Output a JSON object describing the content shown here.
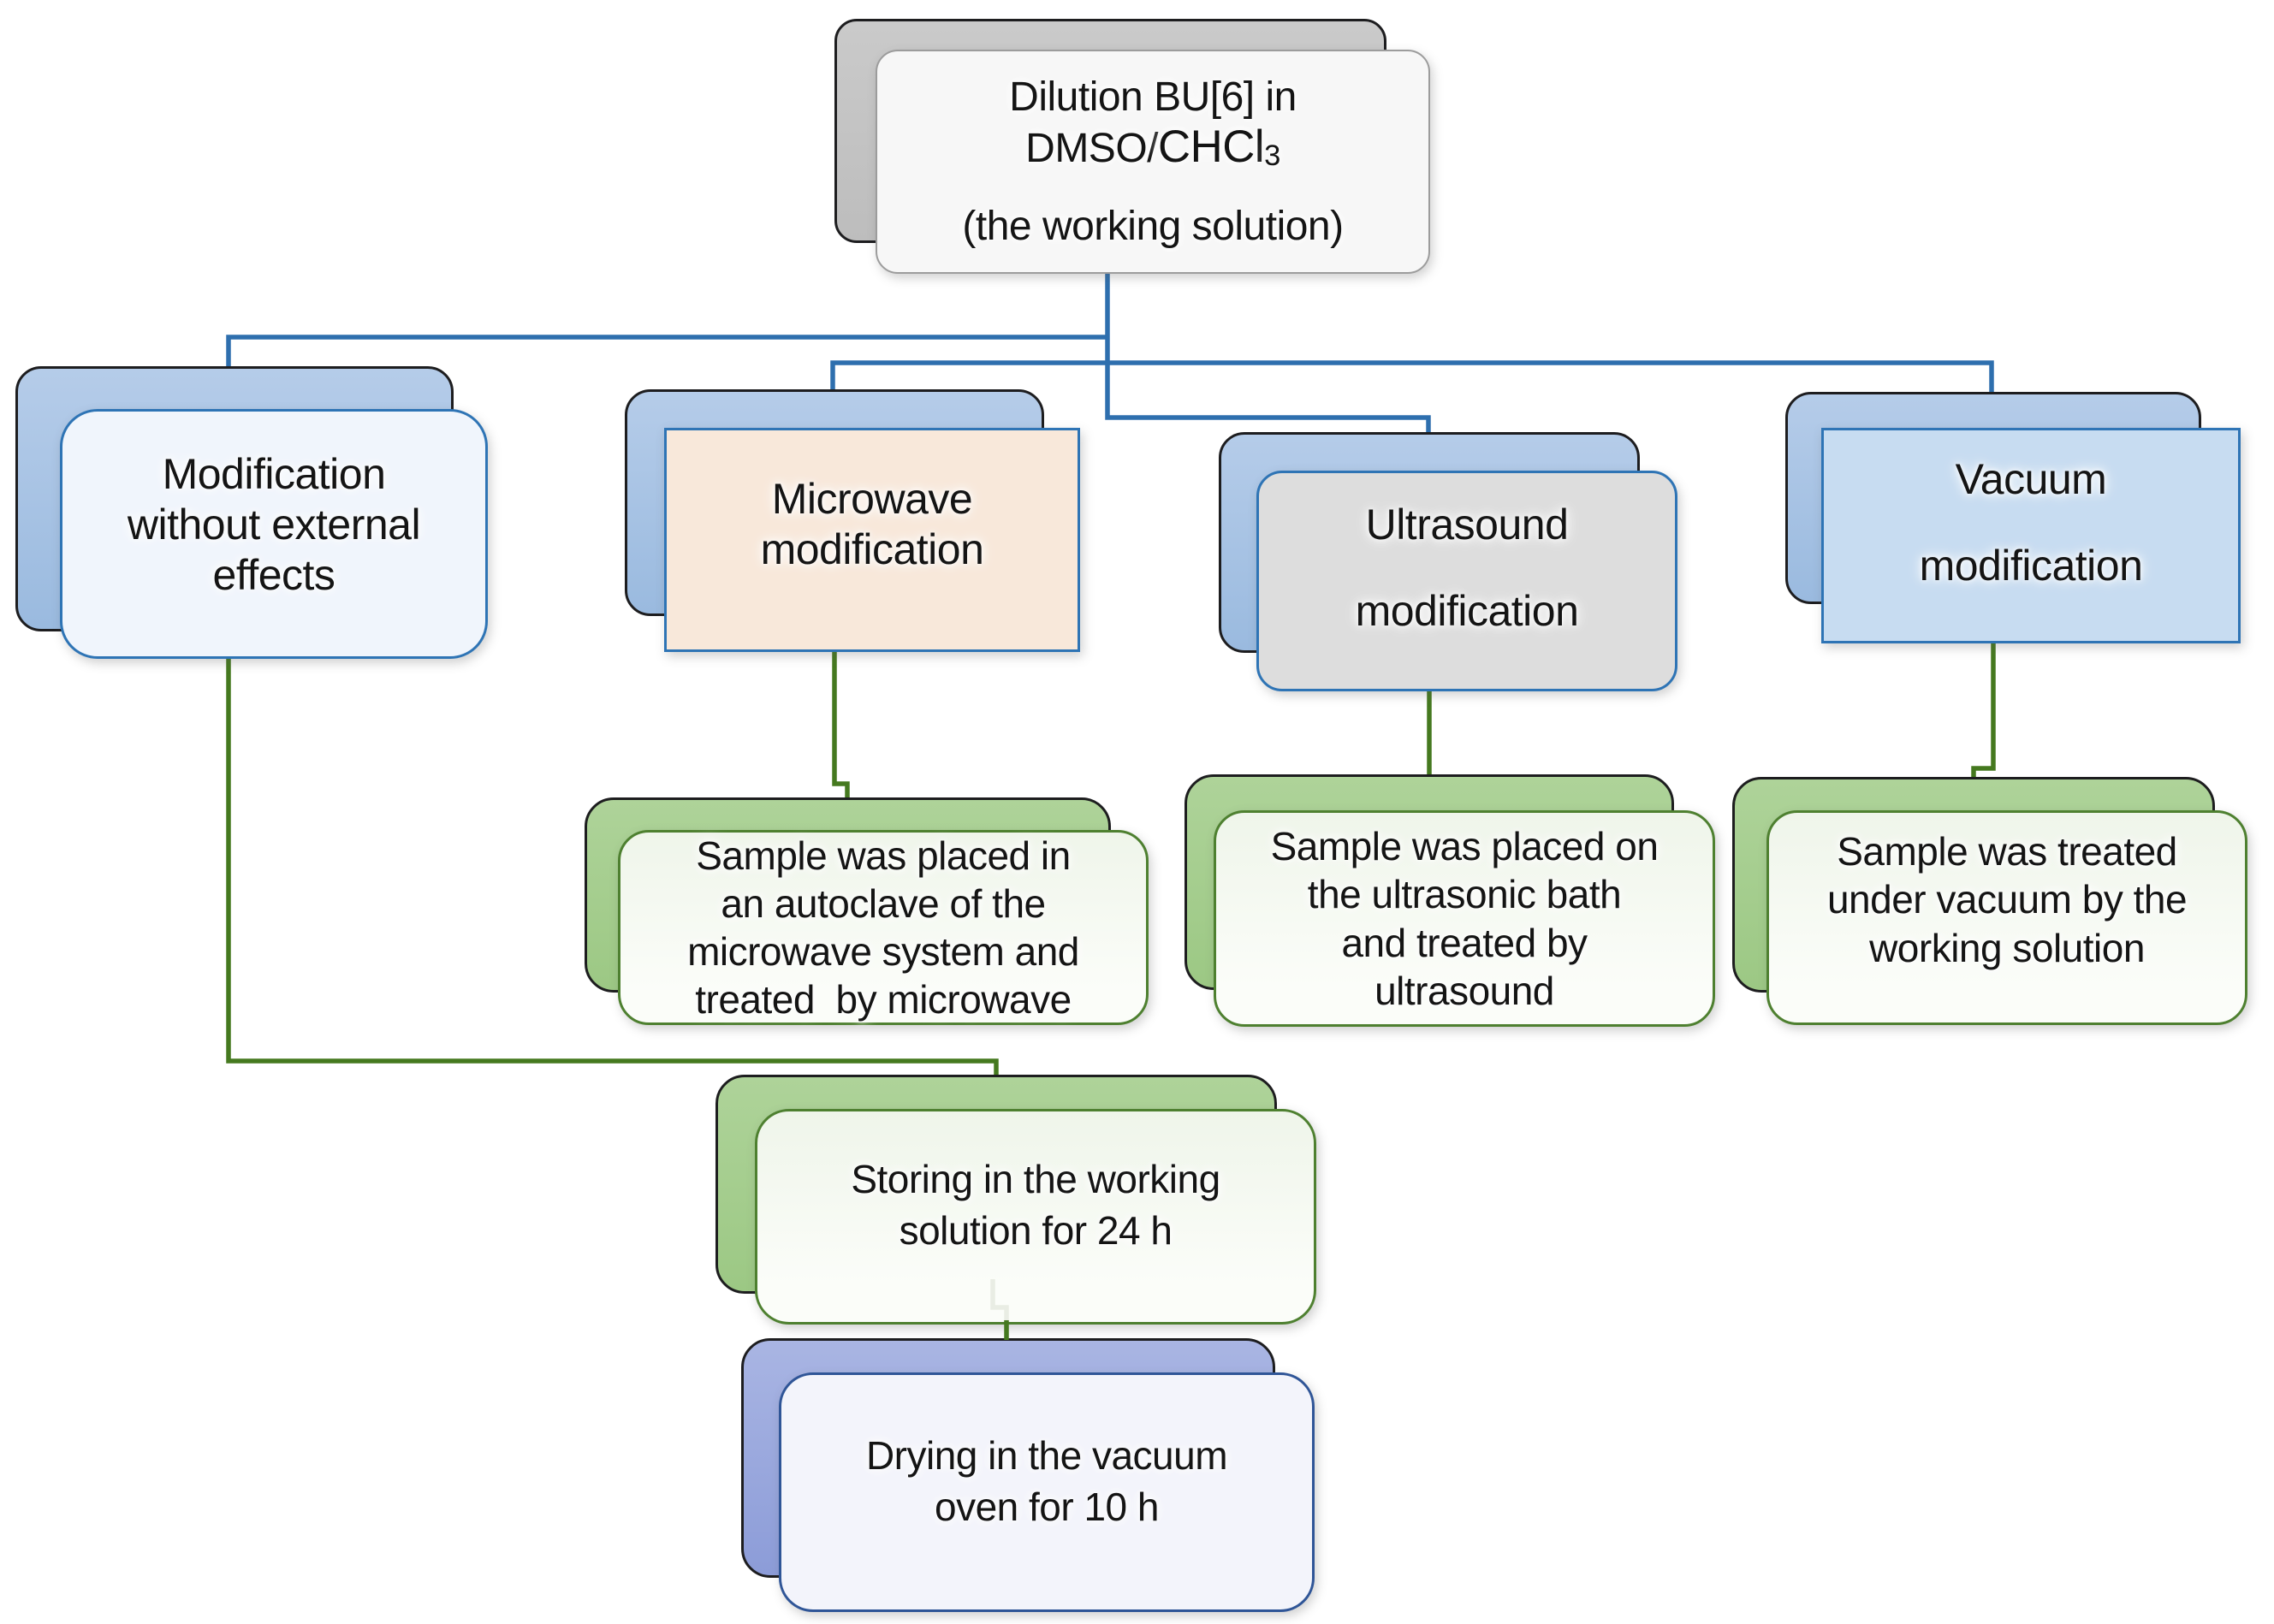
{
  "colors": {
    "connector_blue": "#2E6FAE",
    "connector_green": "#45791F",
    "connector_pale": "#E9EDE4",
    "shadow_border": "#1D1D1F",
    "gray_shadow_top": "#CACACA",
    "gray_shadow_bottom": "#BDBDBD",
    "blue_shadow_top": "#B5CCE9",
    "blue_shadow_bottom": "#9ABADF",
    "green_shadow_top": "#AED399",
    "green_shadow_bottom": "#9CC884",
    "purple_shadow_top": "#A9B5E3",
    "purple_shadow_bottom": "#8C9CD8",
    "front_white": "#F7F7F7",
    "front_blue_tint": "#F0F5FC",
    "front_peach": "#F8E8DA",
    "front_gray": "#DDDDDD",
    "front_lightblue": "#C7DCF1",
    "front_green_tint_top": "#EFF5EA",
    "front_green_tint_bottom": "#FBFDF9",
    "front_lavender": "#F3F4FB",
    "front_border_blue": "#2E74B5",
    "front_border_gray": "#9C9C9C",
    "front_border_green": "#4E8030",
    "front_border_navy": "#2F5597",
    "text_color": "#141414"
  },
  "nodes": {
    "dilution": {
      "line1": "Dilution BU[6] in",
      "line2_prefix": "DMSO/",
      "line2_chem": "CHCl",
      "line2_sub": "3",
      "line3": "(the working solution)"
    },
    "no_external": {
      "lines": [
        "Modification",
        "without external",
        "effects"
      ]
    },
    "microwave": {
      "lines": [
        "Microwave",
        "modification"
      ]
    },
    "ultrasound": {
      "lines": [
        "Ultrasound",
        "modification"
      ]
    },
    "vacuum": {
      "lines": [
        "Vacuum",
        "modification"
      ]
    },
    "microwave_step": {
      "lines": [
        "Sample was placed in",
        "an autoclave of the",
        "microwave system and",
        "treated  by microwave"
      ]
    },
    "ultrasound_step": {
      "lines": [
        "Sample was placed on",
        "the ultrasonic bath",
        "and treated by",
        "ultrasound"
      ]
    },
    "vacuum_step": {
      "lines": [
        "Sample was treated",
        "under vacuum by the",
        "working solution"
      ]
    },
    "storing": {
      "lines": [
        "Storing in the working",
        "solution for 24 h"
      ]
    },
    "drying": {
      "lines": [
        "Drying in the vacuum",
        "oven for 10 h"
      ]
    }
  }
}
